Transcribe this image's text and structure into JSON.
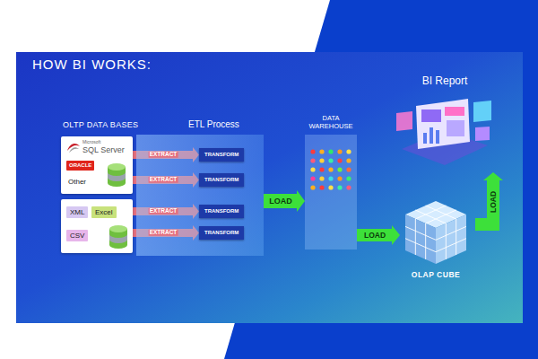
{
  "diagram": {
    "title": "HOW BI WORKS:",
    "nodes": [
      {
        "text": [
          "Microsoft",
          "SQL Server",
          "Other"
        ]
      },
      {
        "text": [
          "ORACLE"
        ],
        "in": 0
      },
      {
        "text": []
      },
      {
        "text": [
          "XML"
        ],
        "in": 2
      },
      {
        "text": [
          "Excel"
        ],
        "in": 2
      },
      {
        "text": [
          "CSV"
        ],
        "in": 2
      },
      {
        "text": [
          "ETL Process"
        ]
      },
      {
        "text": [
          "TRANSFORM"
        ],
        "in": 6
      },
      {
        "text": [
          "TRANSFORM"
        ],
        "in": 6
      },
      {
        "text": [
          "TRANSFORM"
        ],
        "in": 6
      },
      {
        "text": [
          "TRANSFORM"
        ],
        "in": 6
      },
      {
        "text": [
          "DATA WAREHOUSE"
        ]
      },
      {
        "text": [
          "BI Report"
        ]
      },
      {
        "text": [
          "OLAP CUBE"
        ]
      }
    ],
    "edges": [
      {
        "from": 0,
        "to": 7,
        "label": "EXTRACT",
        "arrow": "to"
      },
      {
        "from": 0,
        "to": 8,
        "label": "EXTRACT",
        "arrow": "to"
      },
      {
        "from": 2,
        "to": 9,
        "label": "EXTRACT",
        "arrow": "to"
      },
      {
        "from": 2,
        "to": 10,
        "label": "EXTRACT",
        "arrow": "to"
      },
      {
        "from": 6,
        "to": 11,
        "label": "LOAD",
        "arrow": "to"
      },
      {
        "from": 11,
        "to": 13,
        "label": "LOAD",
        "arrow": "to"
      },
      {
        "from": 13,
        "to": 12,
        "label": "LOAD",
        "arrow": "to"
      }
    ],
    "labels": [
      "OLTP DATA BASES"
    ]
  }
}
